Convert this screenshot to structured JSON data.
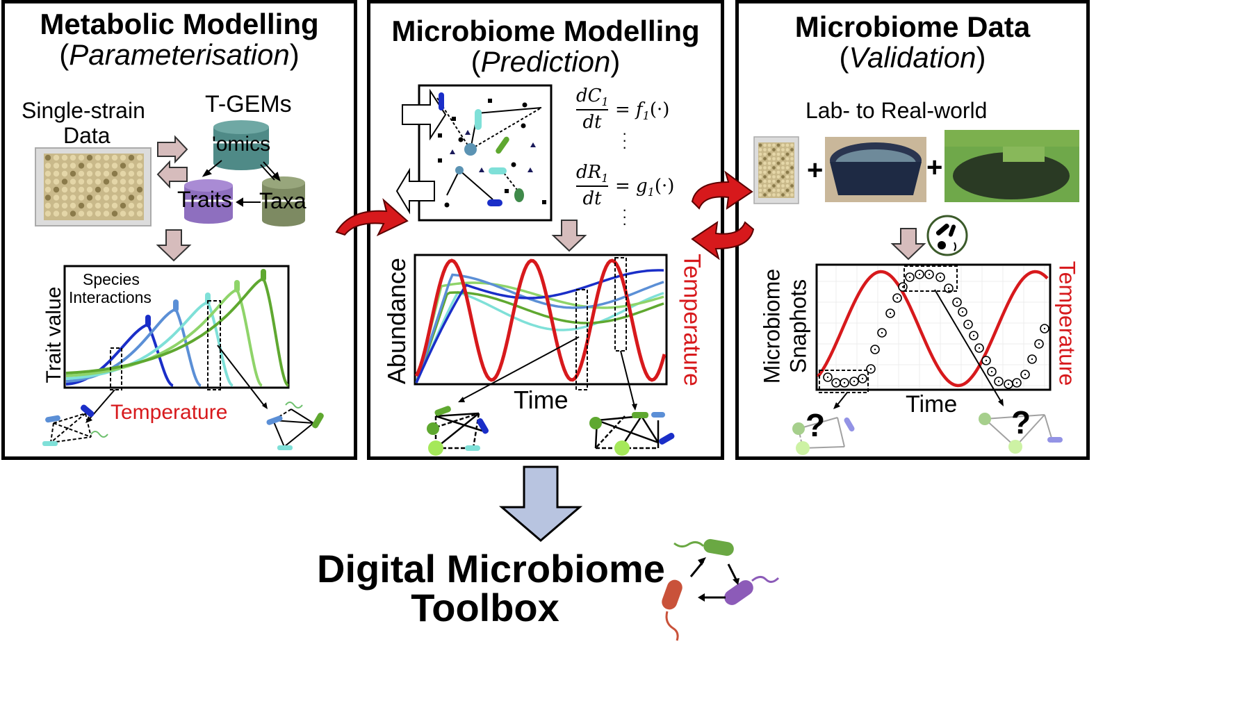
{
  "panels": {
    "metabolic": {
      "title": "Metabolic Modelling",
      "subtitle_open": "(",
      "subtitle_italic": "Parameterisation",
      "subtitle_close": ")",
      "single_strain": "Single-strain",
      "data": "Data",
      "tgems": "T-GEMs",
      "omics": "'omics",
      "traits": "Traits",
      "taxa": "Taxa",
      "species": "Species",
      "interactions": "Interactions",
      "trait_value": "Trait value",
      "temperature": "Temperature"
    },
    "microbiome_modelling": {
      "title": "Microbiome Modelling",
      "subtitle_open": "(",
      "subtitle_italic": "Prediction",
      "subtitle_close": ")",
      "eq1_num": "dC",
      "eq1_sub": "1",
      "eq1_rhs": "= f",
      "eq1_rhs_sub": "1",
      "eq1_arg": "(·)",
      "eq2_num": "dR",
      "eq2_sub": "1",
      "eq2_rhs": "= g",
      "eq2_rhs_sub": "1",
      "eq2_arg": "(·)",
      "dt": "dt",
      "abundance": "Abundance",
      "time": "Time",
      "temperature": "Temperature"
    },
    "microbiome_data": {
      "title": "Microbiome Data",
      "subtitle_open": "(",
      "subtitle_italic": "Validation",
      "subtitle_close": ")",
      "lab_real": "Lab- to Real-world",
      "plus": "+",
      "snapshots_line1": "Microbiome",
      "snapshots_line2": "Snaphots",
      "time": "Time",
      "temperature": "Temperature",
      "question": "?"
    }
  },
  "toolbox": {
    "line1": "Digital Microbiome",
    "line2": "Toolbox"
  },
  "colors": {
    "red": "#d7191c",
    "arrow_pink": "#b89a9a",
    "down_arrow_blue": "#b8c4e0",
    "teal": "#4f8a87",
    "purple": "#8e6fbf",
    "olive": "#7d8a62"
  }
}
